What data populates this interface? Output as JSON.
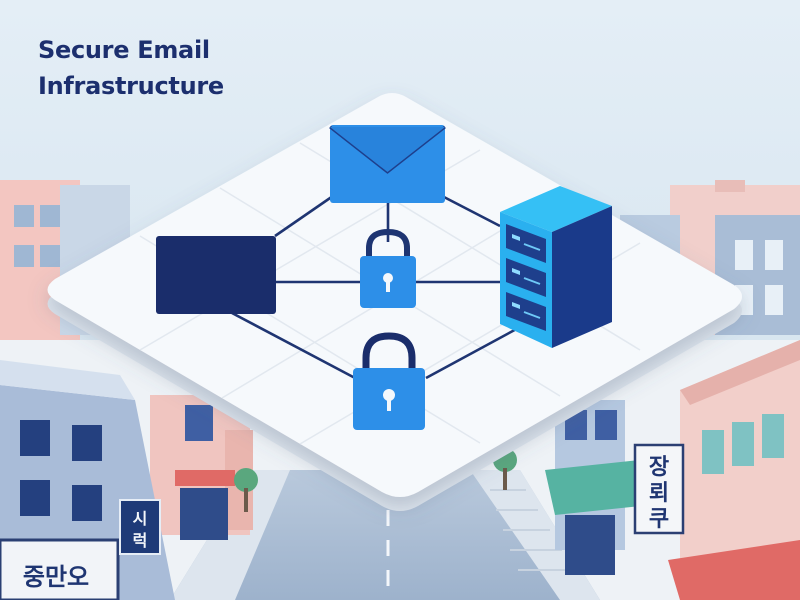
{
  "title": {
    "line1": "Secure Email",
    "line2": "Infrastructure"
  },
  "signs": {
    "left_vertical": [
      "시",
      "럭"
    ],
    "left_storefront": "중만오",
    "right_vertical": [
      "장",
      "뢰",
      "쿠"
    ]
  },
  "icons": [
    "envelope-icon",
    "monitor-icon",
    "lock-icon",
    "server-rack-icon",
    "padlock-icon"
  ],
  "colors": {
    "sky": "#d9e8f3",
    "navy": "#1a2d6b",
    "accent_blue": "#2d8fe8",
    "server_cyan": "#2ab0ef",
    "platform": "#f6f9fc",
    "title_text": "#1c2f6e"
  }
}
